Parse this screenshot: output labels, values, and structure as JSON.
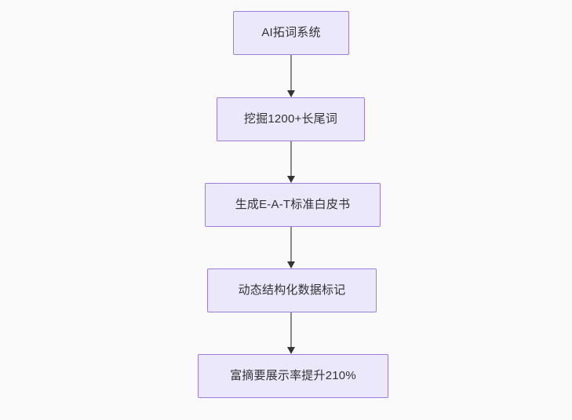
{
  "diagram": {
    "type": "flowchart",
    "direction": "top-to-bottom",
    "background_color": "#fafafa",
    "node_fill_color": "#ebe8fc",
    "node_border_color": "#9b7ede",
    "node_text_color": "#333333",
    "connector_line_color": "#8a8a8a",
    "connector_arrow_color": "#333333",
    "nodes": [
      {
        "id": "n1",
        "label": "AI拓词系统"
      },
      {
        "id": "n2",
        "label": "挖掘1200+长尾词"
      },
      {
        "id": "n3",
        "label": "生成E-A-T标准白皮书"
      },
      {
        "id": "n4",
        "label": "动态结构化数据标记"
      },
      {
        "id": "n5",
        "label": "富摘要展示率提升210%"
      }
    ],
    "edges": [
      {
        "from": "n1",
        "to": "n2"
      },
      {
        "from": "n2",
        "to": "n3"
      },
      {
        "from": "n3",
        "to": "n4"
      },
      {
        "from": "n4",
        "to": "n5"
      }
    ]
  }
}
